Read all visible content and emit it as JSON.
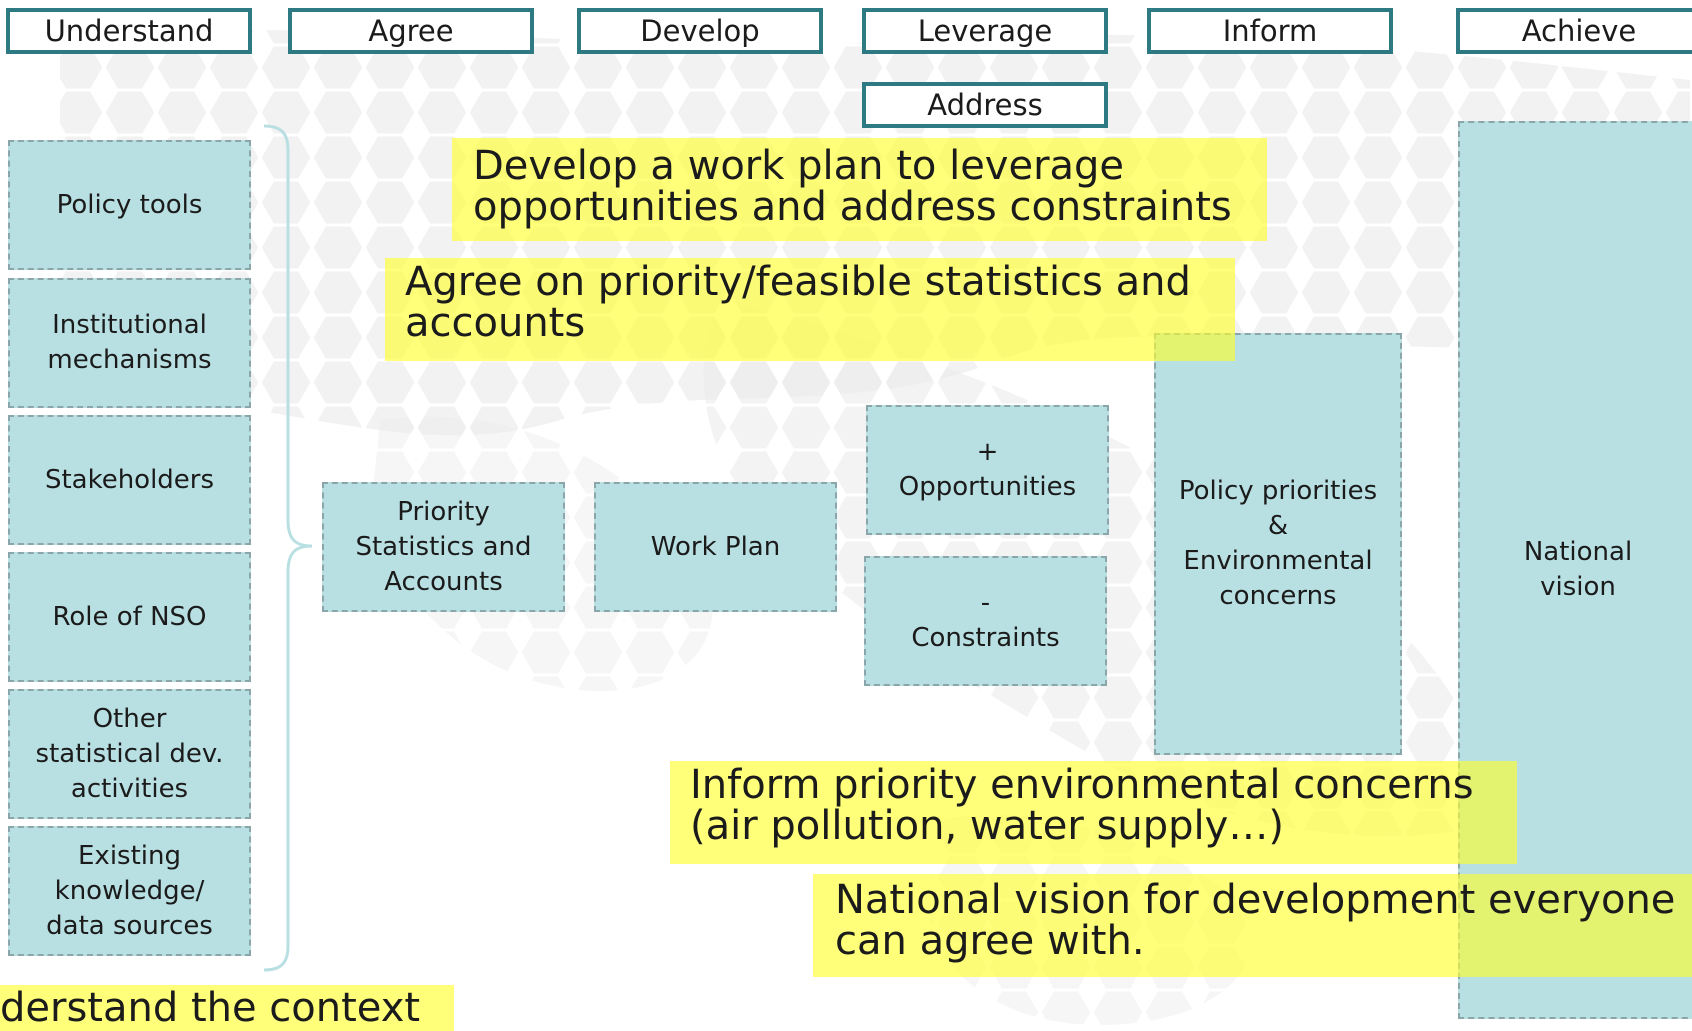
{
  "headers": {
    "understand": "Understand",
    "agree": "Agree",
    "develop": "Develop",
    "leverage": "Leverage",
    "inform": "Inform",
    "achieve": "Achieve",
    "address": "Address"
  },
  "context_boxes": [
    "Policy tools",
    "Institutional\nmechanisms",
    "Stakeholders",
    "Role of NSO",
    "Other\nstatistical dev.\nactivities",
    "Existing\nknowledge/\ndata sources"
  ],
  "flow_boxes": {
    "priority_stats": "Priority\nStatistics and\nAccounts",
    "work_plan": "Work Plan",
    "opportunities": "+\nOpportunities",
    "constraints": "-\nConstraints",
    "policy_priorities": "Policy priorities\n&\nEnvironmental\nconcerns",
    "national_vision": "National\nvision"
  },
  "notes": {
    "develop": "Develop a work plan to leverage\nopportunities and address constraints",
    "agree": "Agree on priority/feasible statistics and\naccounts",
    "inform": "Inform priority environmental concerns\n(air pollution, water supply…)",
    "national": "National vision for development everyone\ncan agree with.",
    "understand": "derstand the context"
  },
  "colors": {
    "header_border": "#2d7a82",
    "box_fill": "#b8dfe2",
    "box_border": "#8aa6aa",
    "highlight": "#ffff28"
  }
}
